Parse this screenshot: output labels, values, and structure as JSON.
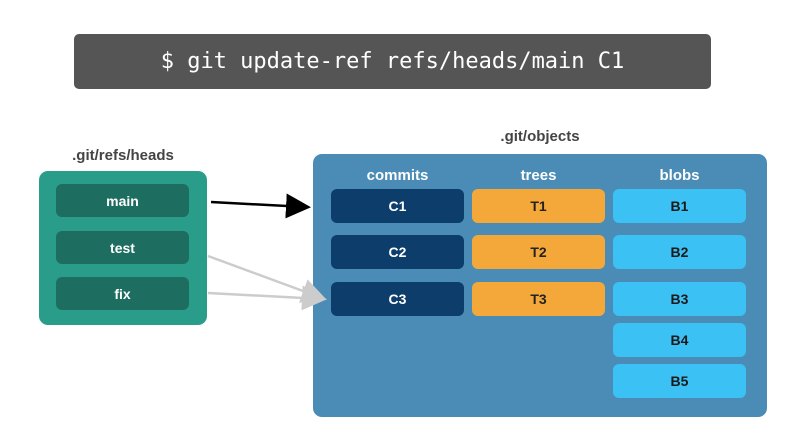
{
  "command": "$ git update-ref refs/heads/main C1",
  "refs": {
    "label": ".git/refs/heads",
    "items": [
      "main",
      "test",
      "fix"
    ]
  },
  "objects": {
    "label": ".git/objects",
    "columns": {
      "commits": "commits",
      "trees": "trees",
      "blobs": "blobs"
    },
    "commits": [
      "C1",
      "C2",
      "C3"
    ],
    "trees": [
      "T1",
      "T2",
      "T3"
    ],
    "blobs": [
      "B1",
      "B2",
      "B3",
      "B4",
      "B5"
    ]
  },
  "colors": {
    "command_bg": "#555555",
    "refs_bg": "#2a9d8a",
    "ref_item": "#1d6e60",
    "objects_bg": "#4a8cb5",
    "commit": "#0d3d6b",
    "tree": "#f5a83a",
    "blob": "#3cc1f5",
    "active_arrow": "#000000",
    "inactive_arrow": "#cccccc"
  }
}
